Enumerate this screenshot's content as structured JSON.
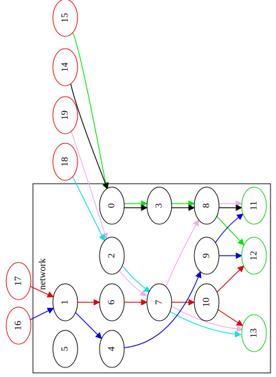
{
  "cluster": {
    "label": "network"
  },
  "nodes": [
    {
      "id": "0",
      "label": "0",
      "stroke": "#000000"
    },
    {
      "id": "1",
      "label": "1",
      "stroke": "#000000"
    },
    {
      "id": "2",
      "label": "2",
      "stroke": "#000000"
    },
    {
      "id": "3",
      "label": "3",
      "stroke": "#000000"
    },
    {
      "id": "4",
      "label": "4",
      "stroke": "#000000"
    },
    {
      "id": "5",
      "label": "5",
      "stroke": "#000000"
    },
    {
      "id": "6",
      "label": "6",
      "stroke": "#000000"
    },
    {
      "id": "7",
      "label": "7",
      "stroke": "#000000"
    },
    {
      "id": "8",
      "label": "8",
      "stroke": "#000000"
    },
    {
      "id": "9",
      "label": "9",
      "stroke": "#000000"
    },
    {
      "id": "10",
      "label": "10",
      "stroke": "#000000"
    },
    {
      "id": "11",
      "label": "11",
      "stroke": "#00cc00"
    },
    {
      "id": "12",
      "label": "12",
      "stroke": "#00cc00"
    },
    {
      "id": "13",
      "label": "13",
      "stroke": "#00cc00"
    },
    {
      "id": "14",
      "label": "14",
      "stroke": "#e60000"
    },
    {
      "id": "15",
      "label": "15",
      "stroke": "#e60000"
    },
    {
      "id": "16",
      "label": "16",
      "stroke": "#e60000"
    },
    {
      "id": "17",
      "label": "17",
      "stroke": "#e60000"
    },
    {
      "id": "18",
      "label": "18",
      "stroke": "#e60000"
    },
    {
      "id": "19",
      "label": "19",
      "stroke": "#e60000"
    }
  ],
  "edges": [
    {
      "from": "15",
      "to": "0",
      "color": "#00e600"
    },
    {
      "from": "14",
      "to": "0",
      "color": "#000000"
    },
    {
      "from": "19",
      "to": "2",
      "color": "#f5a8f5"
    },
    {
      "from": "18",
      "to": "2",
      "color": "#00e5e5"
    },
    {
      "from": "17",
      "to": "1",
      "color": "#e60000"
    },
    {
      "from": "16",
      "to": "1",
      "color": "#0000e6"
    },
    {
      "from": "0",
      "to": "3",
      "color": "#00e600"
    },
    {
      "from": "0",
      "to": "3",
      "color": "#000000"
    },
    {
      "from": "3",
      "to": "8",
      "color": "#00e600"
    },
    {
      "from": "3",
      "to": "8",
      "color": "#000000"
    },
    {
      "from": "8",
      "to": "11",
      "color": "#f5a8f5"
    },
    {
      "from": "8",
      "to": "11",
      "color": "#000000"
    },
    {
      "from": "8",
      "to": "12",
      "color": "#00e600"
    },
    {
      "from": "9",
      "to": "11",
      "color": "#0000e6"
    },
    {
      "from": "9",
      "to": "12",
      "color": "#0000e6"
    },
    {
      "from": "10",
      "to": "12",
      "color": "#e60000"
    },
    {
      "from": "10",
      "to": "13",
      "color": "#e60000"
    },
    {
      "from": "2",
      "to": "7",
      "color": "#f5a8f5"
    },
    {
      "from": "2",
      "to": "7",
      "color": "#00e5e5"
    },
    {
      "from": "1",
      "to": "6",
      "color": "#e60000"
    },
    {
      "from": "1",
      "to": "4",
      "color": "#0000e6"
    },
    {
      "from": "6",
      "to": "7",
      "color": "#e60000"
    },
    {
      "from": "7",
      "to": "10",
      "color": "#e60000"
    },
    {
      "from": "7",
      "to": "8",
      "color": "#f5a8f5"
    },
    {
      "from": "7",
      "to": "13",
      "color": "#f5a8f5"
    },
    {
      "from": "7",
      "to": "13",
      "color": "#00e5e5"
    },
    {
      "from": "4",
      "to": "9",
      "color": "#0000e6"
    }
  ]
}
